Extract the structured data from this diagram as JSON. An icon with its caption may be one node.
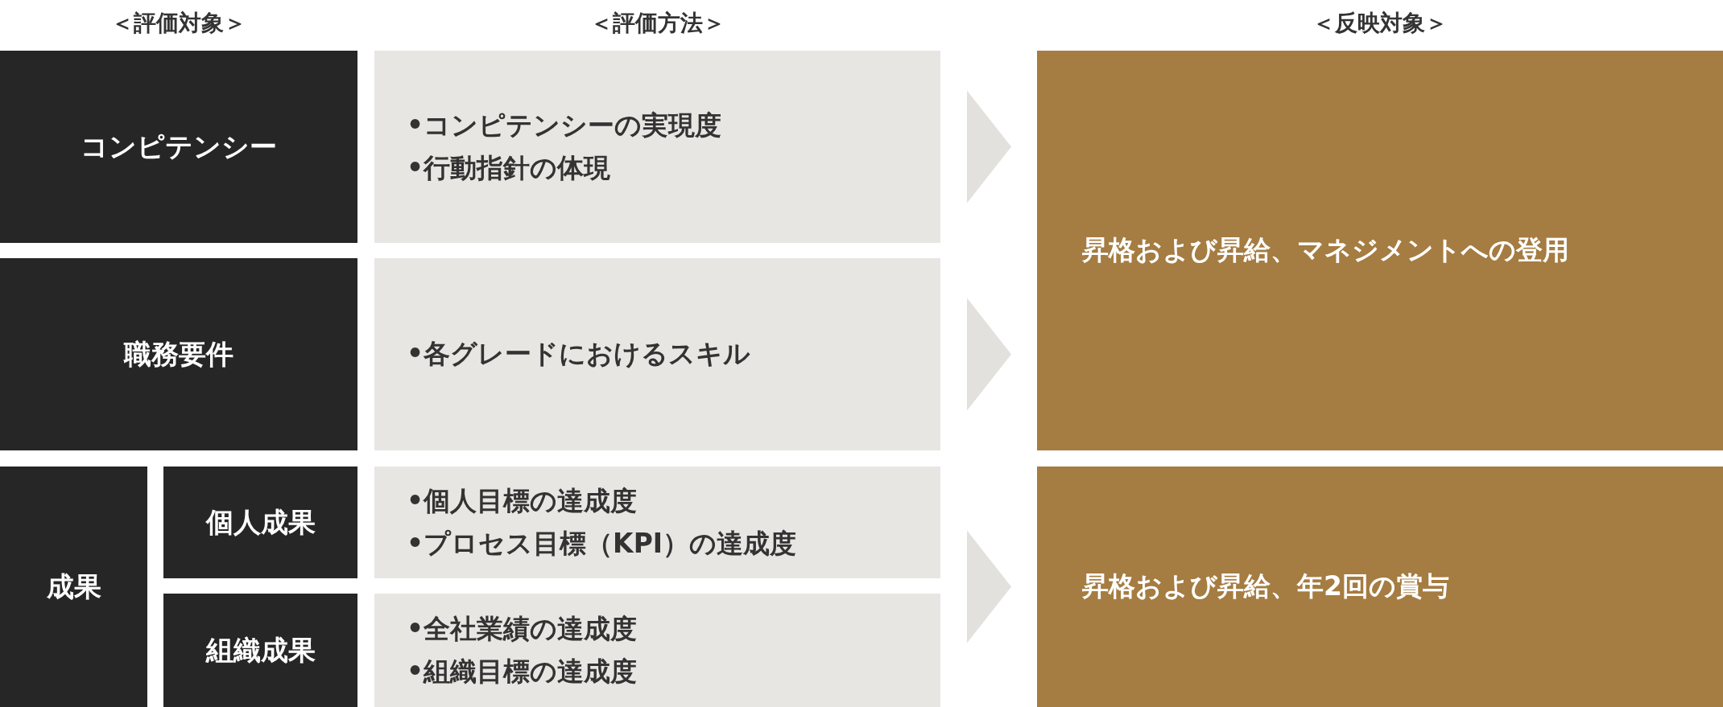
{
  "diagram": {
    "nodes": [
      {
        "text": [
          "コンピテンシー"
        ]
      },
      {
        "text": [
          "•コンピテンシーの実現度",
          "•行動指針の体現"
        ]
      },
      {
        "text": [
          "職務要件"
        ]
      },
      {
        "text": [
          "•各グレードにおけるスキル"
        ]
      },
      {
        "text": [
          "成果"
        ]
      },
      {
        "text": [
          "個人成果"
        ]
      },
      {
        "text": [
          "•個人目標の達成度",
          "•プロセス目標（KPI）の達成度"
        ]
      },
      {
        "text": [
          "組織成果"
        ]
      },
      {
        "text": [
          "•全社業績の達成度",
          "•組織目標の達成度"
        ]
      },
      {
        "text": [
          "昇格および昇給、マネジメントへの登用"
        ]
      },
      {
        "text": [
          "昇格および昇給、年2回の賞与"
        ]
      }
    ],
    "edges": [
      {
        "from": 1,
        "to": 9,
        "arrow": "to"
      },
      {
        "from": 3,
        "to": 9,
        "arrow": "to"
      },
      {
        "from": 6,
        "to": 10,
        "arrow": "to"
      },
      {
        "from": 8,
        "to": 10,
        "arrow": "to"
      }
    ],
    "labels": [
      "＜評価対象＞",
      "＜評価方法＞",
      "＜反映対象＞"
    ]
  }
}
